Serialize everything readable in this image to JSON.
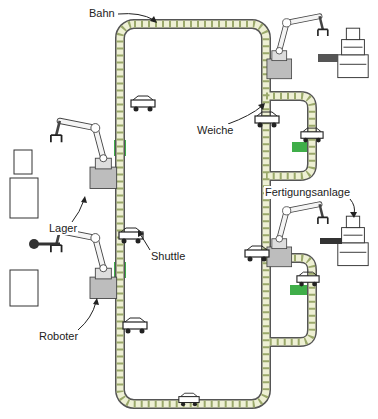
{
  "diagram": {
    "labels": [
      "Bahn",
      "Weiche",
      "Fertigungsanlage",
      "Lager",
      "Shuttle",
      "Roboter"
    ]
  }
}
